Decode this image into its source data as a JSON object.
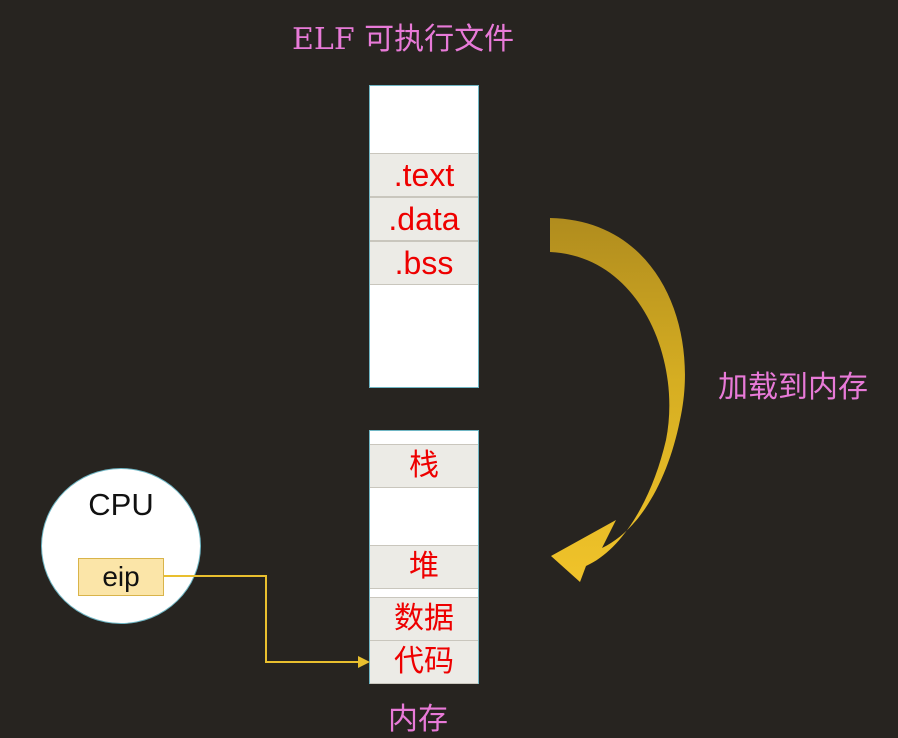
{
  "title": "ELF 可执行文件",
  "load_label": "加载到内存",
  "memory_label": "内存",
  "elf_sections": [
    ".text",
    ".data",
    ".bss"
  ],
  "memory_segments": [
    "栈",
    "堆",
    "数据",
    "代码"
  ],
  "cpu": {
    "label": "CPU",
    "register": "eip"
  },
  "colors": {
    "background": "#272420",
    "label_pink": "#e87ad8",
    "segment_text": "#ee0000",
    "arrow_gold": "#c9a21c",
    "pointer_line": "#e9bf2e"
  }
}
